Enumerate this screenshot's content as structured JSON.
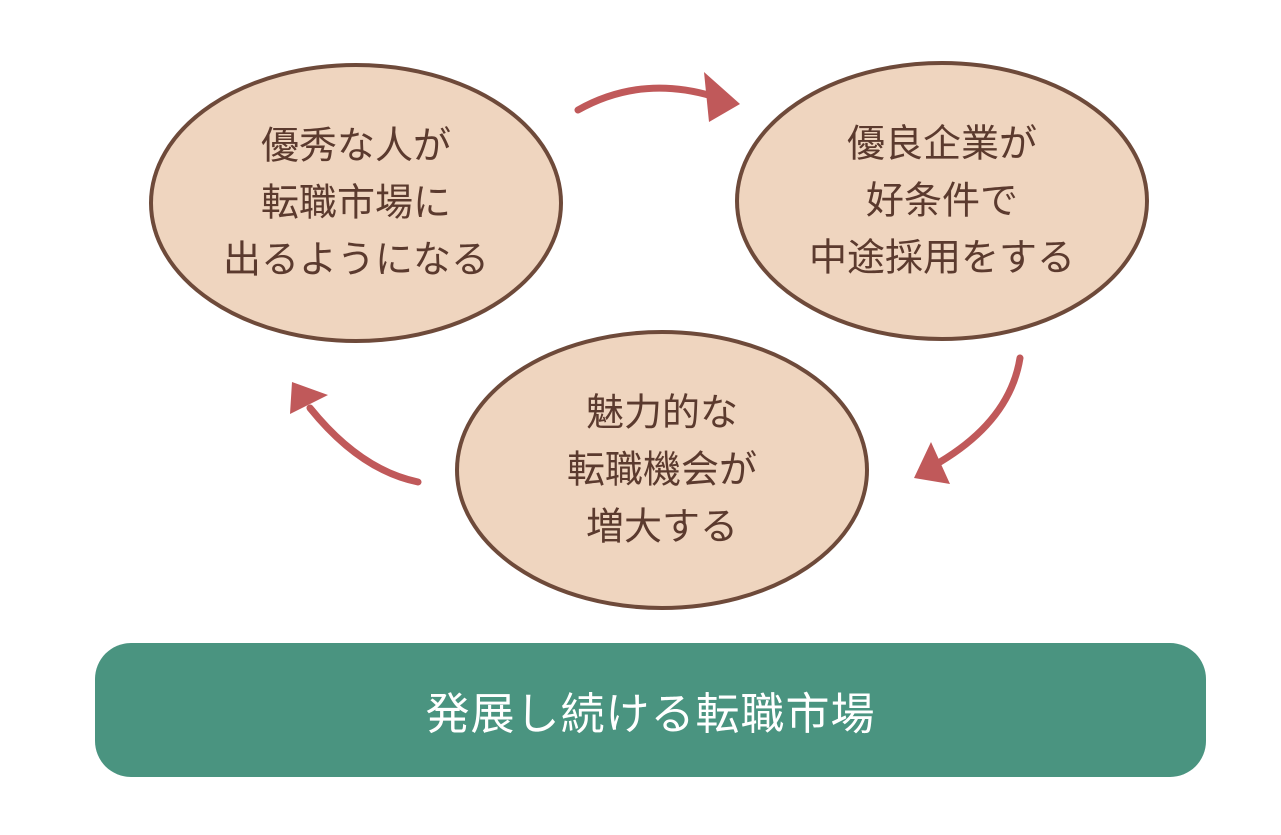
{
  "nodes": {
    "top_left": {
      "lines": [
        "優秀な人が",
        "転職市場に",
        "出るようになる"
      ]
    },
    "top_right": {
      "lines": [
        "優良企業が",
        "好条件で",
        "中途採用をする"
      ]
    },
    "bottom": {
      "lines": [
        "魅力的な",
        "転職機会が",
        "増大する"
      ]
    }
  },
  "banner": {
    "label": "発展し続ける転職市場"
  },
  "colors": {
    "ellipse_fill": "#efd5bf",
    "ellipse_stroke": "#6e4a3a",
    "text": "#5b3a2e",
    "arrow": "#c0595a",
    "banner": "#4a9480"
  }
}
